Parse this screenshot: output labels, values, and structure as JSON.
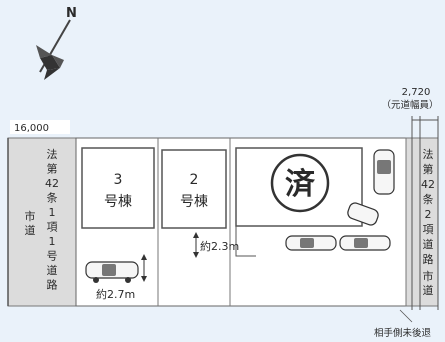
{
  "compass": {
    "north_label": "N"
  },
  "left_road": {
    "width_label": "16,000",
    "chars": [
      "法",
      "第",
      "42",
      "条",
      "1",
      "項",
      "1",
      "号",
      "道",
      "路"
    ],
    "sub_chars": [
      "市",
      "道"
    ]
  },
  "right_road": {
    "width_value": "2,720",
    "width_note": "（元道幅員）",
    "chars": [
      "法",
      "第",
      "42",
      "条",
      "2",
      "項",
      "道",
      "路"
    ],
    "sub_chars": [
      "市",
      "道"
    ],
    "footer": "相手側未後退"
  },
  "lots": [
    {
      "number": "3",
      "suffix": "号棟"
    },
    {
      "number": "2",
      "suffix": "号棟"
    }
  ],
  "sold_badge": {
    "label": "済"
  },
  "dimensions": {
    "setback_3": "約2.7m",
    "setback_2": "約2.3m"
  },
  "colors": {
    "background": "#eaf2fa",
    "road": "#dcdcdc",
    "lot": "#ffffff",
    "line": "#555555"
  }
}
